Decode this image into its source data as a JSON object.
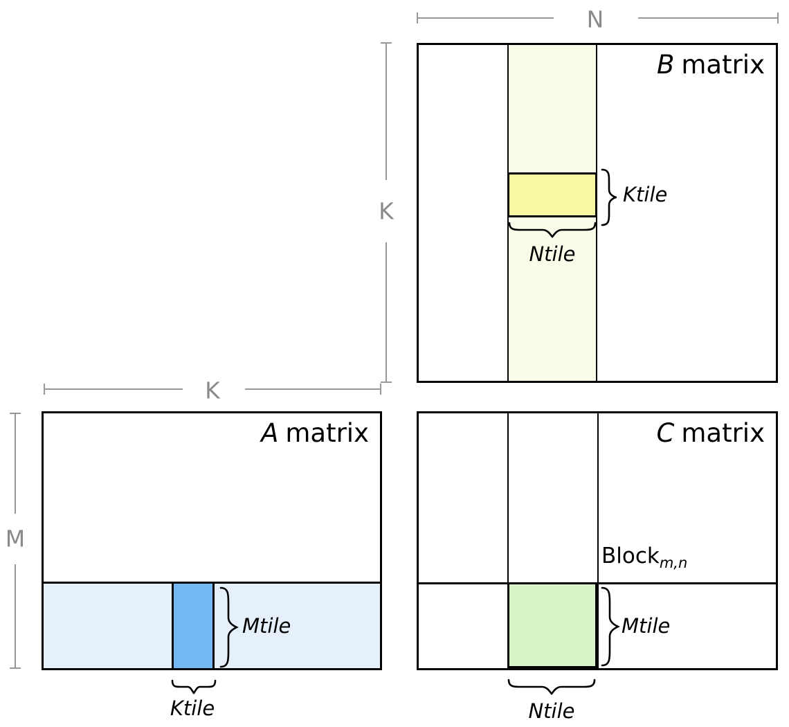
{
  "colors": {
    "b_strip": "#FBFBEA",
    "b_tile": "#F8F8A3",
    "a_strip": "#E5F0FB",
    "a_tile": "#72B9F3",
    "c_tile": "#D8F5C7",
    "dim_line": "#979797",
    "dim_text": "#8a8a8a"
  },
  "dimension_labels": {
    "n": "N",
    "k_vertical": "K",
    "k_horizontal": "K",
    "m": "M"
  },
  "matrices": {
    "b": {
      "letter": "B",
      "word": "matrix",
      "row_tile_label": "Ktile",
      "col_tile_label": "Ntile"
    },
    "a": {
      "letter": "A",
      "word": "matrix",
      "row_tile_label": "Mtile",
      "col_tile_label": "Ktile"
    },
    "c": {
      "letter": "C",
      "word": "matrix",
      "row_tile_label": "Mtile",
      "col_tile_label": "Ntile",
      "block_label": "Block",
      "block_subscript": "m,n"
    }
  }
}
